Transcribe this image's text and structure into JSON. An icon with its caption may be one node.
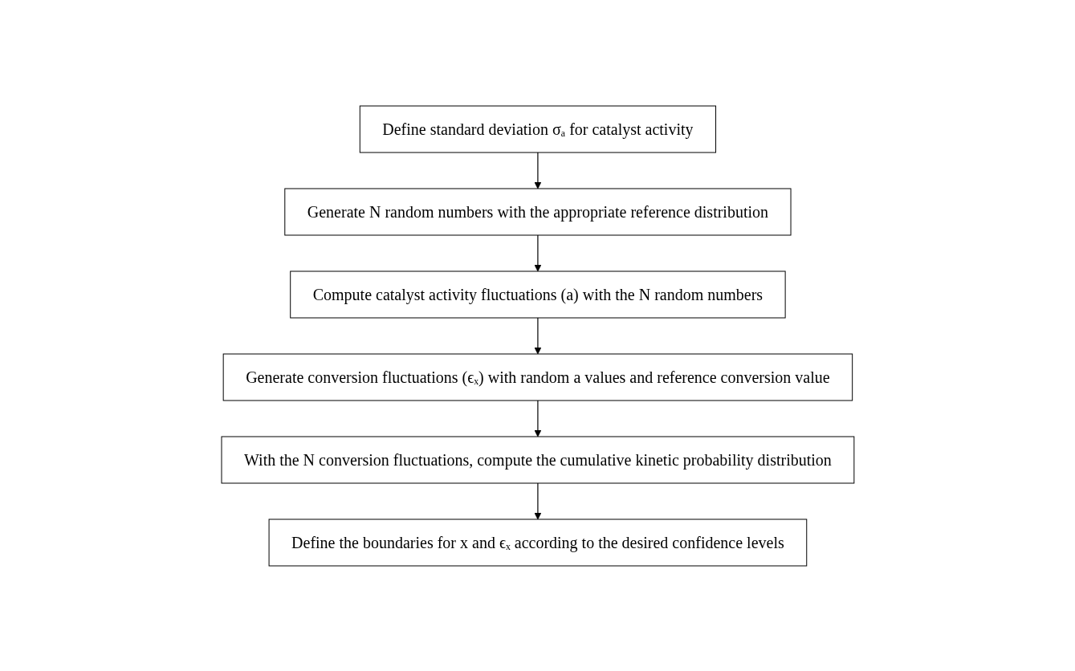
{
  "diagram": {
    "nodes": [
      {
        "text": [
          "Define standard deviation σₐ for catalyst activity"
        ]
      },
      {
        "text": [
          "Generate N random numbers with the appropriate reference distribution"
        ]
      },
      {
        "text": [
          "Compute catalyst activity fluctuations (a) with the N random numbers"
        ]
      },
      {
        "text": [
          "Generate conversion fluctuations (ϵₓ) with random a values and reference conversion value"
        ]
      },
      {
        "text": [
          "With the N conversion fluctuations, compute the cumulative kinetic probability distribution"
        ]
      },
      {
        "text": [
          "Define the boundaries for x and ϵₓ according to the desired confidence levels"
        ]
      }
    ],
    "edges": [
      {
        "from": 0,
        "to": 1,
        "arrow": "to"
      },
      {
        "from": 1,
        "to": 2,
        "arrow": "to"
      },
      {
        "from": 2,
        "to": 3,
        "arrow": "to"
      },
      {
        "from": 3,
        "to": 4,
        "arrow": "to"
      },
      {
        "from": 4,
        "to": 5,
        "arrow": "to"
      }
    ]
  }
}
